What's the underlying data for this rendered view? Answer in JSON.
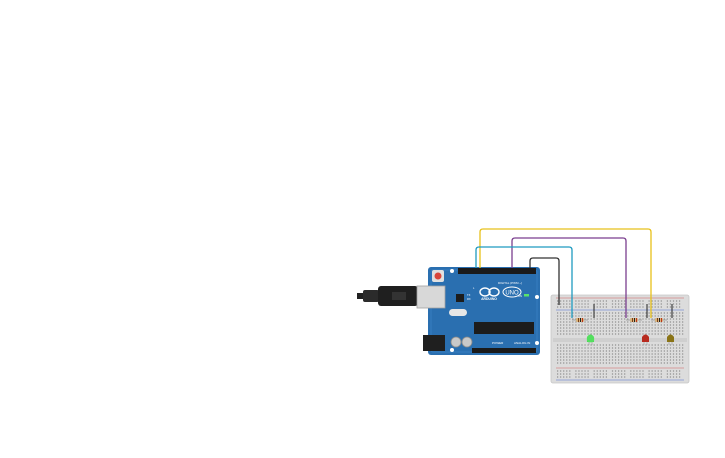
{
  "board": {
    "brand": "ARDUINO",
    "model": "UNO",
    "digital_label": "DIGITAL (PWM ~)",
    "power_label": "POWER",
    "analog_label": "ANALOG IN",
    "tx_label": "TX",
    "rx_label": "RX",
    "l_label": "L",
    "on_label": "ON",
    "aref_label": "AREF",
    "gnd_label": "GND"
  },
  "colors": {
    "board": "#2a6fb0",
    "board_dark": "#1f5a92",
    "wire_yellow": "#e8c11a",
    "wire_purple": "#7b3f8f",
    "wire_cyan": "#1f9bc0",
    "wire_black": "#333333",
    "led_green": "#3fd24a",
    "led_red": "#b82b1f",
    "led_yellow": "#8a7417",
    "breadboard": "#dcdcdc",
    "usb_plug": "#222222",
    "usb_socket": "#d8d8d8"
  },
  "components": {
    "leds": [
      {
        "name": "led-green",
        "color": "green"
      },
      {
        "name": "led-red",
        "color": "red"
      },
      {
        "name": "led-yellow",
        "color": "yellow"
      }
    ],
    "resistors": 3
  }
}
